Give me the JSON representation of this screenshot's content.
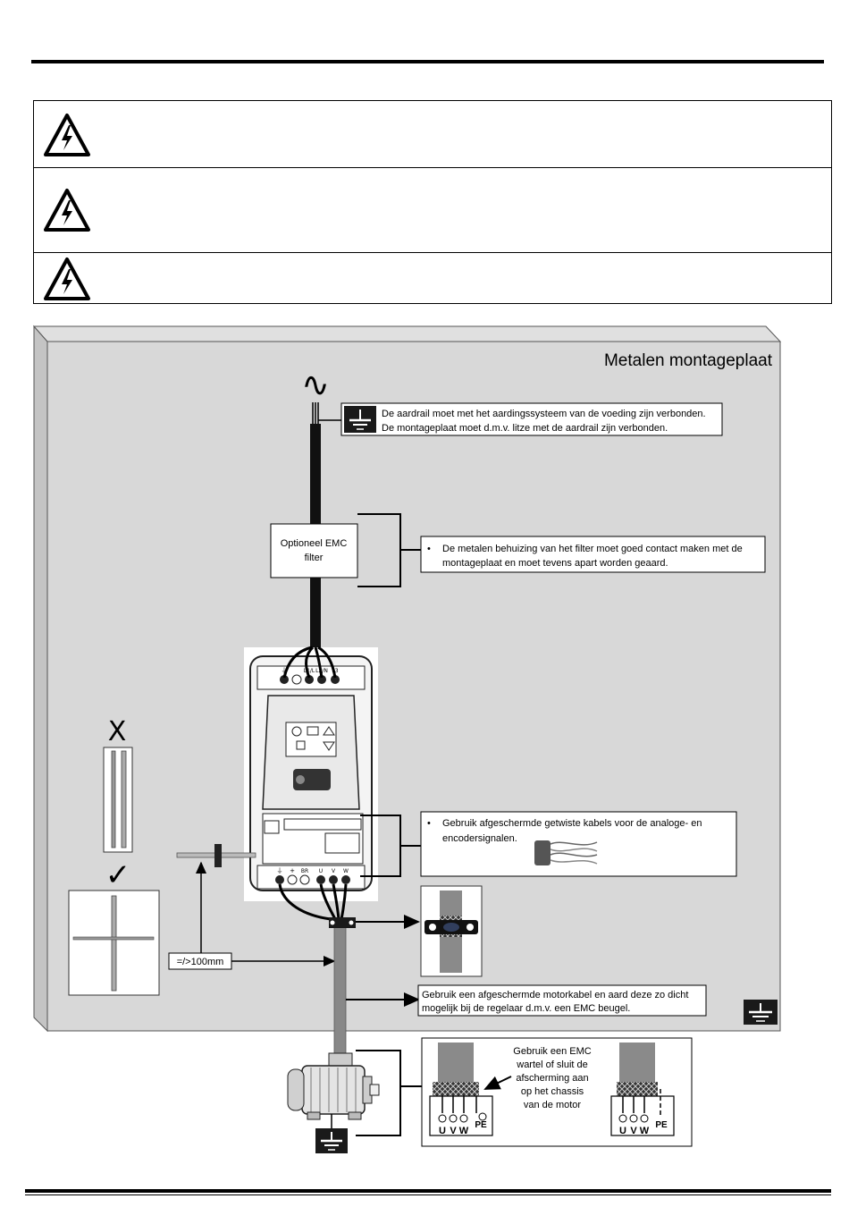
{
  "warnings": [
    {
      "icon": "high-voltage-warning-icon",
      "text": ""
    },
    {
      "icon": "high-voltage-warning-icon",
      "text": ""
    },
    {
      "icon": "high-voltage-warning-icon",
      "text": ""
    }
  ],
  "diagram": {
    "plate_title": "Metalen montageplaat",
    "supply_symbol": "∿",
    "earth_note": {
      "line1": "De aardrail moet met het aardingssysteem van de voeding zijn verbonden.",
      "line2": "De montageplaat moet d.m.v. litze met de aardrail zijn verbonden."
    },
    "filter_box": {
      "line1": "Optioneel EMC",
      "line2": "filter"
    },
    "filter_note": {
      "bullet": "•",
      "line1": "De metalen behuizing van het filter moet goed contact maken met de",
      "line2": "montageplaat en moet tevens apart worden geaard."
    },
    "cable_note": {
      "bullet": "•",
      "line1": "Gebruik afgeschermde getwiste kabels voor de analoge- en",
      "line2": "encodersignalen."
    },
    "wrong_mark": "X",
    "right_mark": "✓",
    "distance_label": "=/>100mm",
    "motor_cable_note": {
      "line1": "Gebruik een afgeschermde motorkabel en aard deze zo dicht",
      "line2": "mogelijk bij de regelaar d.m.v. een EMC beugel."
    },
    "gland_note": {
      "line1": "Gebruik een EMC",
      "line2": "wartel of sluit de",
      "line3": "afscherming aan",
      "line4": "op het chassis",
      "line5": "van de motor"
    },
    "terminals": {
      "u": "U",
      "v": "V",
      "w": "W",
      "pe": "PE"
    },
    "drive_top_terminals": [
      "⏚",
      "",
      "L1/L",
      "L2/N",
      "L3"
    ],
    "drive_bottom_terminals": [
      "⏚",
      "+",
      "BR",
      "U",
      "V",
      "W"
    ]
  }
}
